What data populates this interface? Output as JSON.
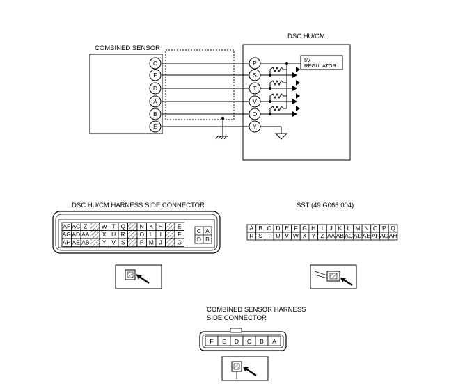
{
  "schematic": {
    "combined_sensor_label": "COMBINED SENSOR",
    "dsc_label": "DSC HU/CM",
    "regulator_line1": "5V",
    "regulator_line2": "REGULATOR",
    "sensor_pins": [
      "C",
      "F",
      "D",
      "A",
      "B",
      "E"
    ],
    "dsc_pins": [
      "P",
      "S",
      "T",
      "V",
      "O",
      "Y"
    ]
  },
  "dsc_connector": {
    "title": "DSC HU/CM HARNESS SIDE CONNECTOR",
    "row1": [
      "AF",
      "AC",
      "Z",
      "",
      "W",
      "T",
      "Q",
      "",
      "N",
      "K",
      "H",
      "",
      "E"
    ],
    "row2": [
      "AG",
      "AD",
      "AA",
      "",
      "X",
      "U",
      "R",
      "",
      "O",
      "L",
      "I",
      "",
      "F"
    ],
    "row3": [
      "AH",
      "AE",
      "AB",
      "",
      "Y",
      "V",
      "S",
      "",
      "P",
      "M",
      "J",
      "",
      "G"
    ],
    "side_pins": [
      "C",
      "A",
      "D",
      "B"
    ]
  },
  "sst": {
    "title": "SST (49 G066 004)",
    "row1": [
      "A",
      "B",
      "C",
      "D",
      "E",
      "F",
      "G",
      "H",
      "I",
      "J",
      "K",
      "L",
      "M",
      "N",
      "O",
      "P",
      "Q"
    ],
    "row2": [
      "R",
      "S",
      "T",
      "U",
      "V",
      "W",
      "X",
      "Y",
      "Z",
      "AA",
      "AB",
      "AC",
      "AD",
      "AE",
      "AF",
      "AG",
      "AH"
    ]
  },
  "sensor_connector": {
    "title_line1": "COMBINED SENSOR HARNESS",
    "title_line2": "SIDE CONNECTOR",
    "pins": [
      "F",
      "E",
      "D",
      "C",
      "B",
      "A"
    ]
  }
}
